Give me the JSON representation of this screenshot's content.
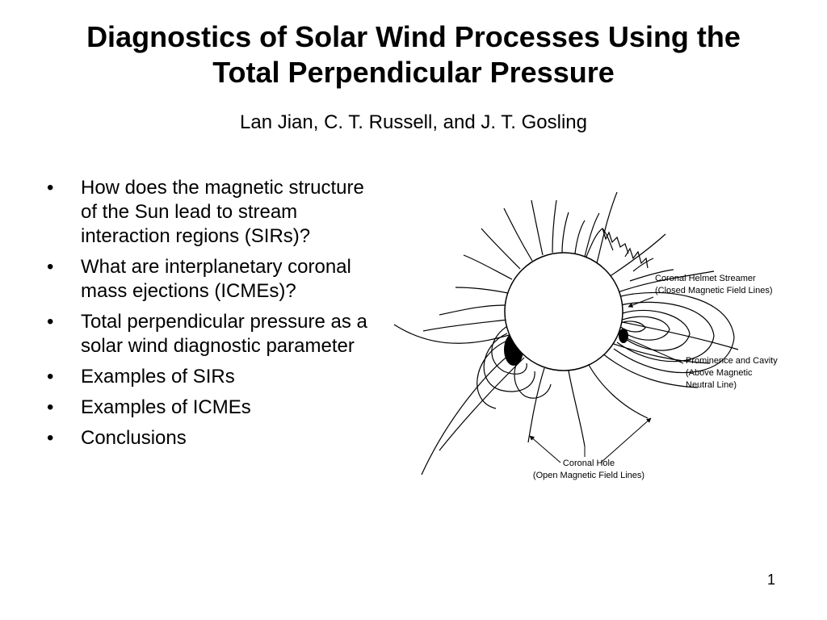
{
  "slide": {
    "title_line1": "Diagnostics of Solar Wind Processes Using the",
    "title_line2": "Total Perpendicular Pressure",
    "authors": "Lan Jian, C. T. Russell, and J. T. Gosling",
    "bullet_symbol": "•",
    "bullets": [
      "How does the magnetic structure of the Sun lead to stream interaction regions (SIRs)?",
      "What are interplanetary coronal mass ejections (ICMEs)?",
      "Total perpendicular pressure as a solar wind diagnostic parameter",
      "Examples of SIRs",
      "Examples of ICMEs",
      "Conclusions"
    ],
    "page_number": "1"
  },
  "figure": {
    "streamer_label_line1": "Coronal Helmet Streamer",
    "streamer_label_line2": "(Closed Magnetic Field Lines)",
    "prominence_label_line1": "Prominence and Cavity",
    "prominence_label_line2": "(Above Magnetic",
    "prominence_label_line3": "Neutral Line)",
    "hole_label_line1": "Coronal Hole",
    "hole_label_line2": "(Open Magnetic Field Lines)"
  }
}
